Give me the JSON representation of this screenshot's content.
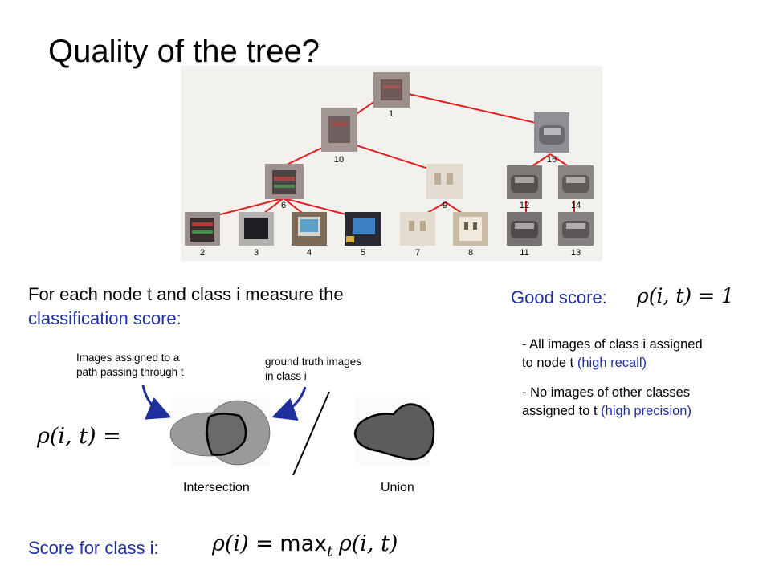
{
  "title": "Quality of the tree?",
  "tree": {
    "node_labels": [
      "1",
      "10",
      "15",
      "6",
      "9",
      "12",
      "14",
      "2",
      "3",
      "4",
      "5",
      "7",
      "8",
      "11",
      "13"
    ],
    "colors": {
      "edge": "#e02020",
      "panel": "#f3f1ee"
    }
  },
  "measure": {
    "line1": "For each node t and class i measure the",
    "line2": "classification score:"
  },
  "good_score": {
    "label": "Good score:",
    "formula": "ρ(i, t) = 1",
    "bullet1_line1": "- All images of class i assigned",
    "bullet1_line2_prefix": "to node t",
    "bullet1_line2_highlight": "(high recall)",
    "bullet2_line1": "- No images of other classes",
    "bullet2_line2_prefix": "assigned to t",
    "bullet2_line2_highlight": "(high precision)"
  },
  "venn": {
    "annot_left_line1": "Images assigned to a",
    "annot_left_line2": "path passing through t",
    "annot_right_line1": "ground truth images",
    "annot_right_line2": "in class i",
    "formula_lhs": "ρ(i, t) =",
    "intersection_label": "Intersection",
    "union_label": "Union"
  },
  "score": {
    "label": "Score for class i:",
    "formula_lhs": "ρ(i) =",
    "max_word": "max",
    "max_sub": "t",
    "formula_rhs": "ρ(i, t)"
  },
  "colors": {
    "accent_blue": "#1f2f9e",
    "venn_light": "#9a9a9a",
    "venn_dark": "#5c5c5c"
  }
}
